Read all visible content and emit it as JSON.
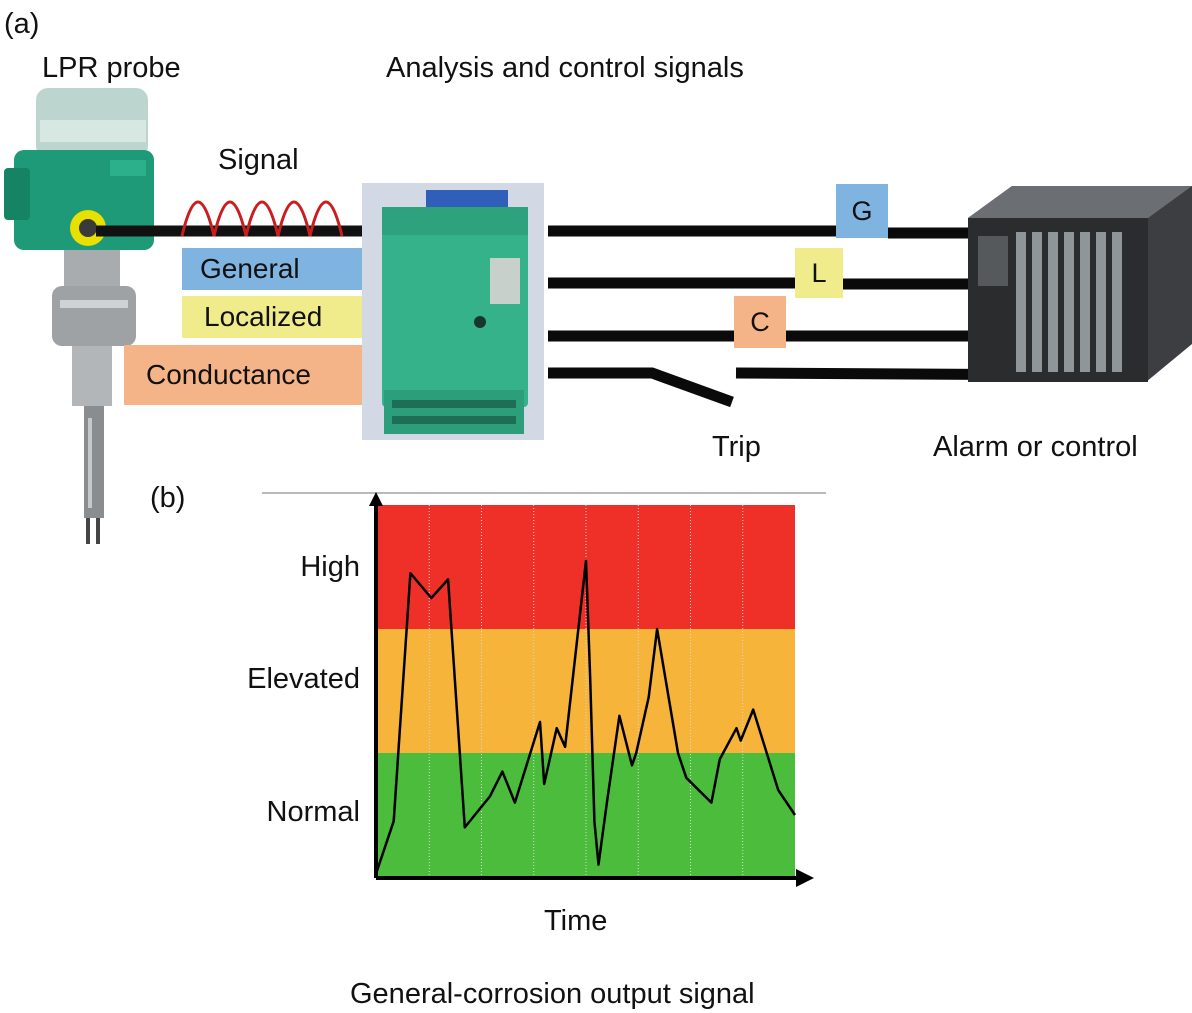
{
  "panel_a": {
    "label": "(a)",
    "probe_label": "LPR probe",
    "analysis_label": "Analysis and control signals",
    "signal_label": "Signal",
    "input_tags": [
      {
        "text": "General",
        "color": "#7fb3e0"
      },
      {
        "text": "Localized",
        "color": "#f0ec8c"
      },
      {
        "text": "Conductance",
        "color": "#f4b487"
      }
    ],
    "output_tags": [
      {
        "text": "G",
        "color": "#7fb3e0"
      },
      {
        "text": "L",
        "color": "#f0ec8c"
      },
      {
        "text": "C",
        "color": "#f4b487"
      }
    ],
    "trip_label": "Trip",
    "alarm_label": "Alarm or control"
  },
  "panel_b": {
    "label": "(b)",
    "caption": "General-corrosion output signal"
  },
  "chart_data": {
    "type": "line",
    "xlabel": "Time",
    "ylabel": "",
    "bands": [
      {
        "name": "Normal",
        "color": "#4cbc3c"
      },
      {
        "name": "Elevated",
        "color": "#f6b43a"
      },
      {
        "name": "High",
        "color": "#ee3029"
      }
    ],
    "y_tick_labels": [
      "Normal",
      "Elevated",
      "High"
    ],
    "ylim": [
      0,
      3
    ],
    "xlim": [
      0,
      100
    ],
    "series": [
      {
        "color": "#000000",
        "x": [
          0,
          4,
          8,
          13,
          17,
          21,
          27,
          30,
          33,
          39,
          40,
          43,
          45,
          50,
          51,
          52,
          53,
          55,
          58,
          61,
          62,
          65,
          67,
          72,
          74,
          80,
          82,
          86,
          87,
          90,
          96,
          100
        ],
        "y": [
          0.05,
          0.45,
          2.45,
          2.25,
          2.4,
          0.4,
          0.65,
          0.85,
          0.6,
          1.25,
          0.75,
          1.2,
          1.05,
          2.55,
          1.6,
          0.45,
          0.1,
          0.6,
          1.3,
          0.9,
          1.0,
          1.45,
          2.0,
          1.0,
          0.8,
          0.6,
          0.95,
          1.2,
          1.1,
          1.35,
          0.7,
          0.5
        ]
      }
    ]
  }
}
